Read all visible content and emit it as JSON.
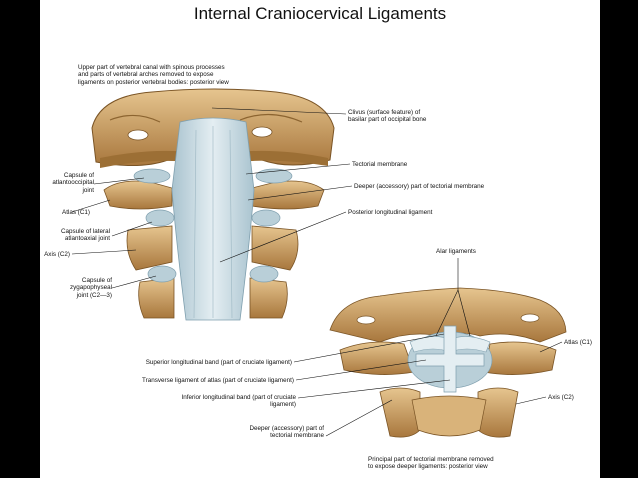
{
  "title": "Internal Craniocervical Ligaments",
  "captions": {
    "top": "Upper part of vertebral canal with spinous processes\nand parts of vertebral arches removed to expose\nligaments on posterior vertebral bodies: posterior view",
    "bottom": "Principal part of tectorial membrane removed\nto expose deeper ligaments: posterior view"
  },
  "labels": {
    "clivus": "Clivus (surface feature)  of\nbasilar part of occipital bone",
    "tectorial_membrane": "Tectorial membrane",
    "deeper_tectorial": "Deeper (accessory) part of tectorial membrane",
    "posterior_longitudinal": "Posterior longitudinal ligament",
    "capsule_atlantooccipital": "Capsule of\natlantooccipital\njoint",
    "atlas_left": "Atlas (C1)",
    "capsule_lateral_atlantoaxial": "Capsule of lateral\natlantoaxial joint",
    "axis_left": "Axis (C2)",
    "capsule_zygapophyseal": "Capsule of\nzygapophyseal\njoint (C2—3)",
    "alar_ligaments": "Alar ligaments",
    "atlas_right": "Atlas (C1)",
    "axis_right": "Axis (C2)",
    "superior_longitudinal_band": "Superior longitudinal band (part of cruciate ligament)",
    "transverse_ligament": "Transverse ligament of atlas (part of cruciate ligament)",
    "inferior_longitudinal_band": "Inferior longitudinal band (part of cruciate\nligament)",
    "deeper_tectorial_bottom": "Deeper (accessory) part of\ntectorial membrane"
  },
  "colors": {
    "bone": "#c79a5a",
    "bone_dark": "#8c6430",
    "bone_light": "#e6c58f",
    "ligament": "#b9cfd8",
    "ligament_light": "#e4eef2",
    "ligament_dark": "#7f9fae",
    "background": "#ffffff",
    "frame": "#000000"
  }
}
